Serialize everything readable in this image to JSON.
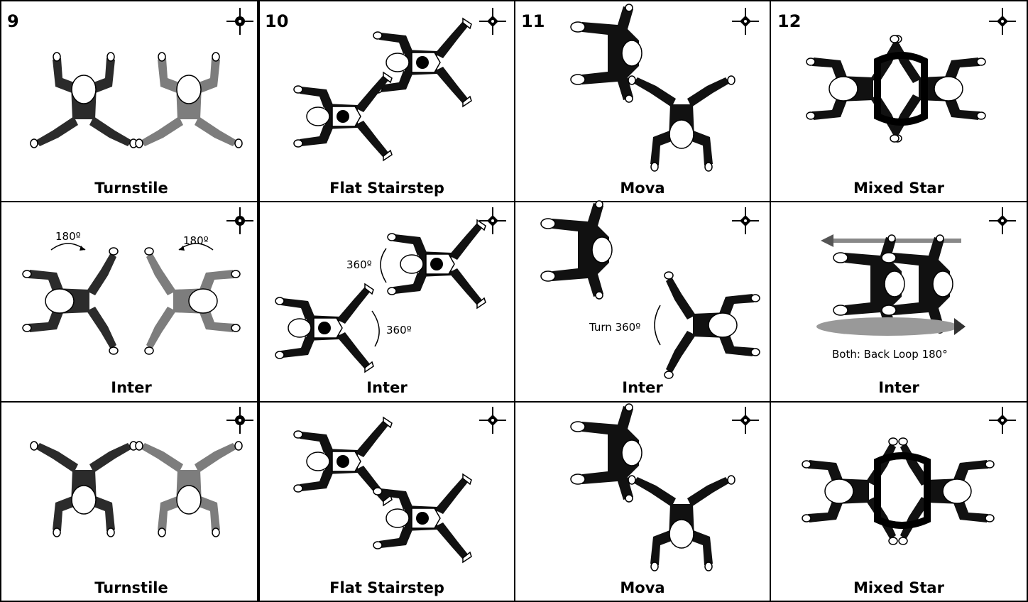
{
  "columns": [
    {
      "number": "9",
      "captions": [
        "Turnstile",
        "Inter",
        "Turnstile"
      ]
    },
    {
      "number": "10",
      "captions": [
        "Flat Stairstep",
        "Inter",
        "Flat Stairstep"
      ]
    },
    {
      "number": "11",
      "captions": [
        "Mova",
        "Inter",
        "Mova"
      ]
    },
    {
      "number": "12",
      "captions": [
        "Mixed Star",
        "Inter",
        "Mixed Star"
      ]
    }
  ],
  "annotations": {
    "turn_left": "180º",
    "turn_right": "180º",
    "stair_top": "360º",
    "stair_bottom": "360º",
    "mova_turn": "Turn 360º",
    "star_note": "Both: Back Loop 180°"
  },
  "colors": {
    "line": "#000000",
    "black_suit": "#111111",
    "dark_suit": "#2b2b2b",
    "grey_suit": "#7d7d7d",
    "background": "#ffffff"
  },
  "icons": [
    "target-crosshair-icon",
    "rotation-arrow-icon",
    "direction-arrow-icon"
  ]
}
